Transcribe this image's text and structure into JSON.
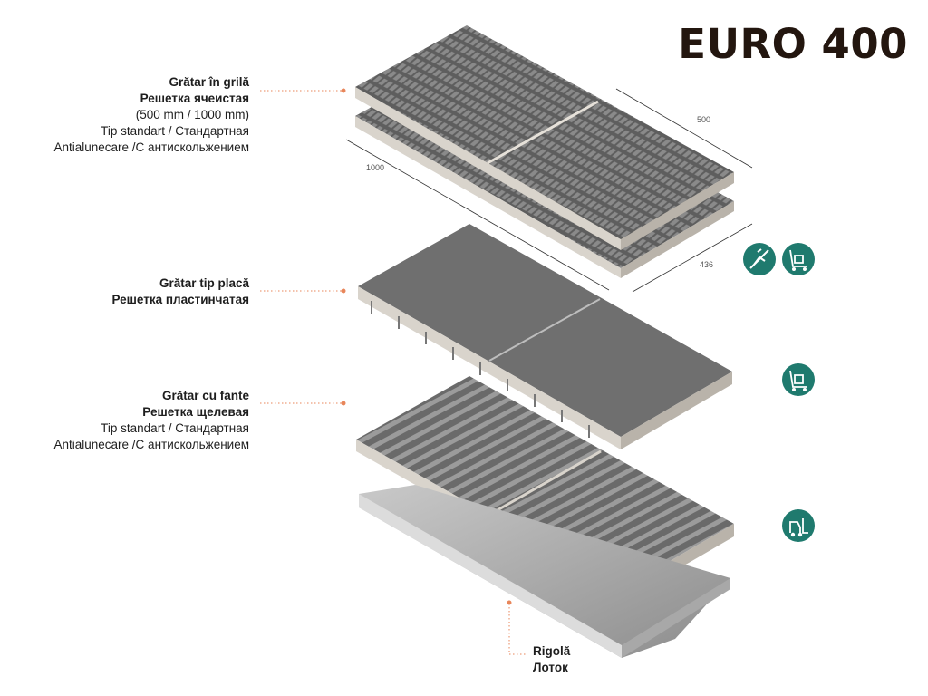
{
  "title": "EURO 400",
  "labels": {
    "grid": {
      "line1": "Grătar în grilă",
      "line2": "Решетка ячеистая",
      "line3": "(500 mm / 1000 mm)",
      "line4": "Tip standart / Стандартная",
      "line5": "Antialunecare /С антискольжением"
    },
    "plate": {
      "line1": "Grătar tip placă",
      "line2": "Решетка пластинчатая"
    },
    "slot": {
      "line1": "Grătar cu fante",
      "line2": "Решетка щелевая",
      "line3": "Tip standart / Стандартная",
      "line4": "Antialunecare /С антискольжением"
    },
    "channel": {
      "line1": "Rigolă",
      "line2": "Лоток"
    }
  },
  "dimensions": {
    "width": "500",
    "length": "1000",
    "depth": "436"
  },
  "icons": [
    "anti-slip-icon",
    "hand-truck-icon",
    "hand-truck-icon",
    "forklift-icon"
  ],
  "colors": {
    "accent": "#1f7a6e",
    "leader": "#e8865a",
    "frame": "#d9d4cc",
    "steel": "#6f6f6f"
  }
}
